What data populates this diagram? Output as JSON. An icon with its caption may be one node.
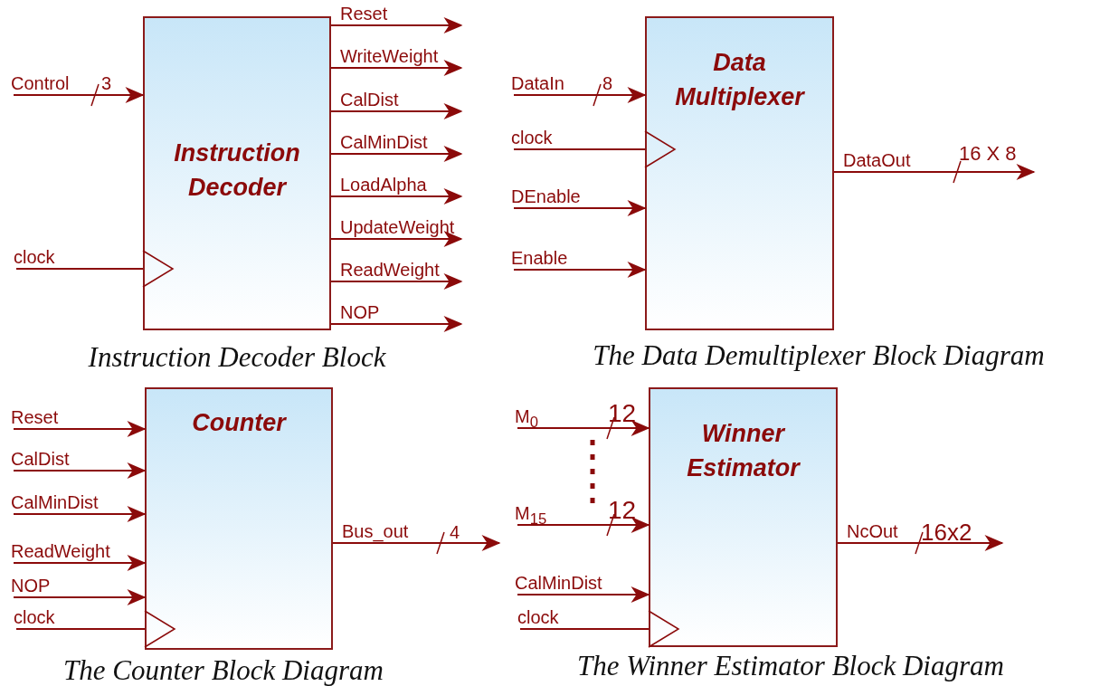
{
  "diagram": {
    "nodes": [
      {
        "text": [
          "Instruction Decoder"
        ],
        "beside": [
          "Instruction Decoder Block"
        ]
      },
      {
        "text": [
          "Data Multiplexer"
        ],
        "beside": [
          "The Data Demultiplexer Block Diagram"
        ]
      },
      {
        "text": [
          "Counter"
        ],
        "beside": [
          "The Counter Block Diagram"
        ]
      },
      {
        "text": [
          "Winner Estimator"
        ],
        "beside": [
          "The Winner Estimator Block Diagram"
        ]
      }
    ],
    "edges": [
      {
        "from": null,
        "to": 0,
        "arrow": "to",
        "label": "Control"
      },
      {
        "from": null,
        "to": 0,
        "arrow": "none",
        "label": "clock"
      },
      {
        "from": 0,
        "to": null,
        "arrow": "to",
        "label": "Reset"
      },
      {
        "from": 0,
        "to": null,
        "arrow": "to",
        "label": "WriteWeight"
      },
      {
        "from": 0,
        "to": null,
        "arrow": "to",
        "label": "CalDist"
      },
      {
        "from": 0,
        "to": null,
        "arrow": "to",
        "label": "CalMinDist"
      },
      {
        "from": 0,
        "to": null,
        "arrow": "to",
        "label": "LoadAlpha"
      },
      {
        "from": 0,
        "to": null,
        "arrow": "to",
        "label": "UpdateWeight"
      },
      {
        "from": 0,
        "to": null,
        "arrow": "to",
        "label": "ReadWeight"
      },
      {
        "from": 0,
        "to": null,
        "arrow": "to",
        "label": "NOP"
      },
      {
        "from": null,
        "to": 1,
        "arrow": "to",
        "label": "DataIn"
      },
      {
        "from": null,
        "to": 1,
        "arrow": "none",
        "label": "clock"
      },
      {
        "from": null,
        "to": 1,
        "arrow": "to",
        "label": "DEnable"
      },
      {
        "from": null,
        "to": 1,
        "arrow": "to",
        "label": "Enable"
      },
      {
        "from": 1,
        "to": null,
        "arrow": "to",
        "label": "DataOut"
      },
      {
        "from": null,
        "to": 2,
        "arrow": "to",
        "label": "Reset"
      },
      {
        "from": null,
        "to": 2,
        "arrow": "to",
        "label": "CalDist"
      },
      {
        "from": null,
        "to": 2,
        "arrow": "to",
        "label": "CalMinDist"
      },
      {
        "from": null,
        "to": 2,
        "arrow": "to",
        "label": "ReadWeight"
      },
      {
        "from": null,
        "to": 2,
        "arrow": "to",
        "label": "NOP"
      },
      {
        "from": null,
        "to": 2,
        "arrow": "none",
        "label": "clock"
      },
      {
        "from": 2,
        "to": null,
        "arrow": "to",
        "label": "Bus_out"
      },
      {
        "from": null,
        "to": 3,
        "arrow": "to",
        "label": "M$_{0}$"
      },
      {
        "from": null,
        "to": 3,
        "arrow": "to",
        "label": "M$_{15}$"
      },
      {
        "from": null,
        "to": 3,
        "arrow": "to",
        "label": "CalMinDist"
      },
      {
        "from": null,
        "to": 3,
        "arrow": "none",
        "label": "clock"
      },
      {
        "from": 3,
        "to": null,
        "arrow": "to",
        "label": "NcOut"
      }
    ],
    "labels": [
      "3",
      "8",
      "16 X 8",
      "4",
      "12",
      "12",
      "16x2"
    ]
  }
}
